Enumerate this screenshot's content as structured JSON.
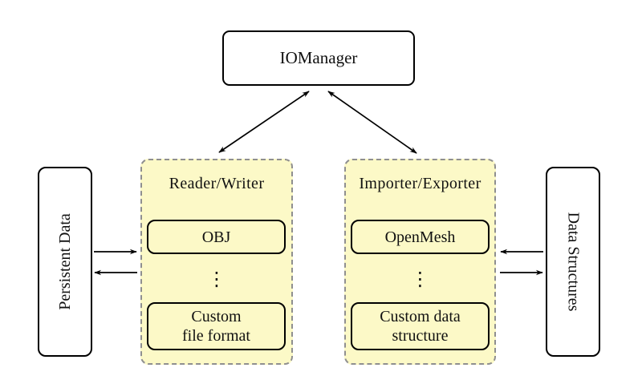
{
  "nodes": {
    "iomanager": {
      "label": "IOManager"
    },
    "persistent_data": {
      "label": "Persistent Data"
    },
    "data_structures": {
      "label": "Data Structures"
    }
  },
  "groups": [
    {
      "label": "Reader/Writer",
      "items": [
        "OBJ",
        "⋮",
        "Custom\nfile format"
      ]
    },
    {
      "label": "Importer/Exporter",
      "items": [
        "OpenMesh",
        "⋮",
        "Custom data\nstructure"
      ]
    }
  ],
  "arrows": [
    {
      "name": "iomanager-readerwriter",
      "direction": "both"
    },
    {
      "name": "iomanager-importerexporter",
      "direction": "both"
    },
    {
      "name": "persistentdata-to-readerwriter",
      "direction": "right"
    },
    {
      "name": "readerwriter-to-persistentdata",
      "direction": "left"
    },
    {
      "name": "datastructures-to-importerexporter",
      "direction": "left"
    },
    {
      "name": "importerexporter-to-datastructures",
      "direction": "right"
    }
  ],
  "colors": {
    "group-fill": "#FCF9C7",
    "group-border": "#8F8F8F",
    "node-fill": "#FFFFFF",
    "line": "#000000",
    "background": "#FFFFFF"
  }
}
